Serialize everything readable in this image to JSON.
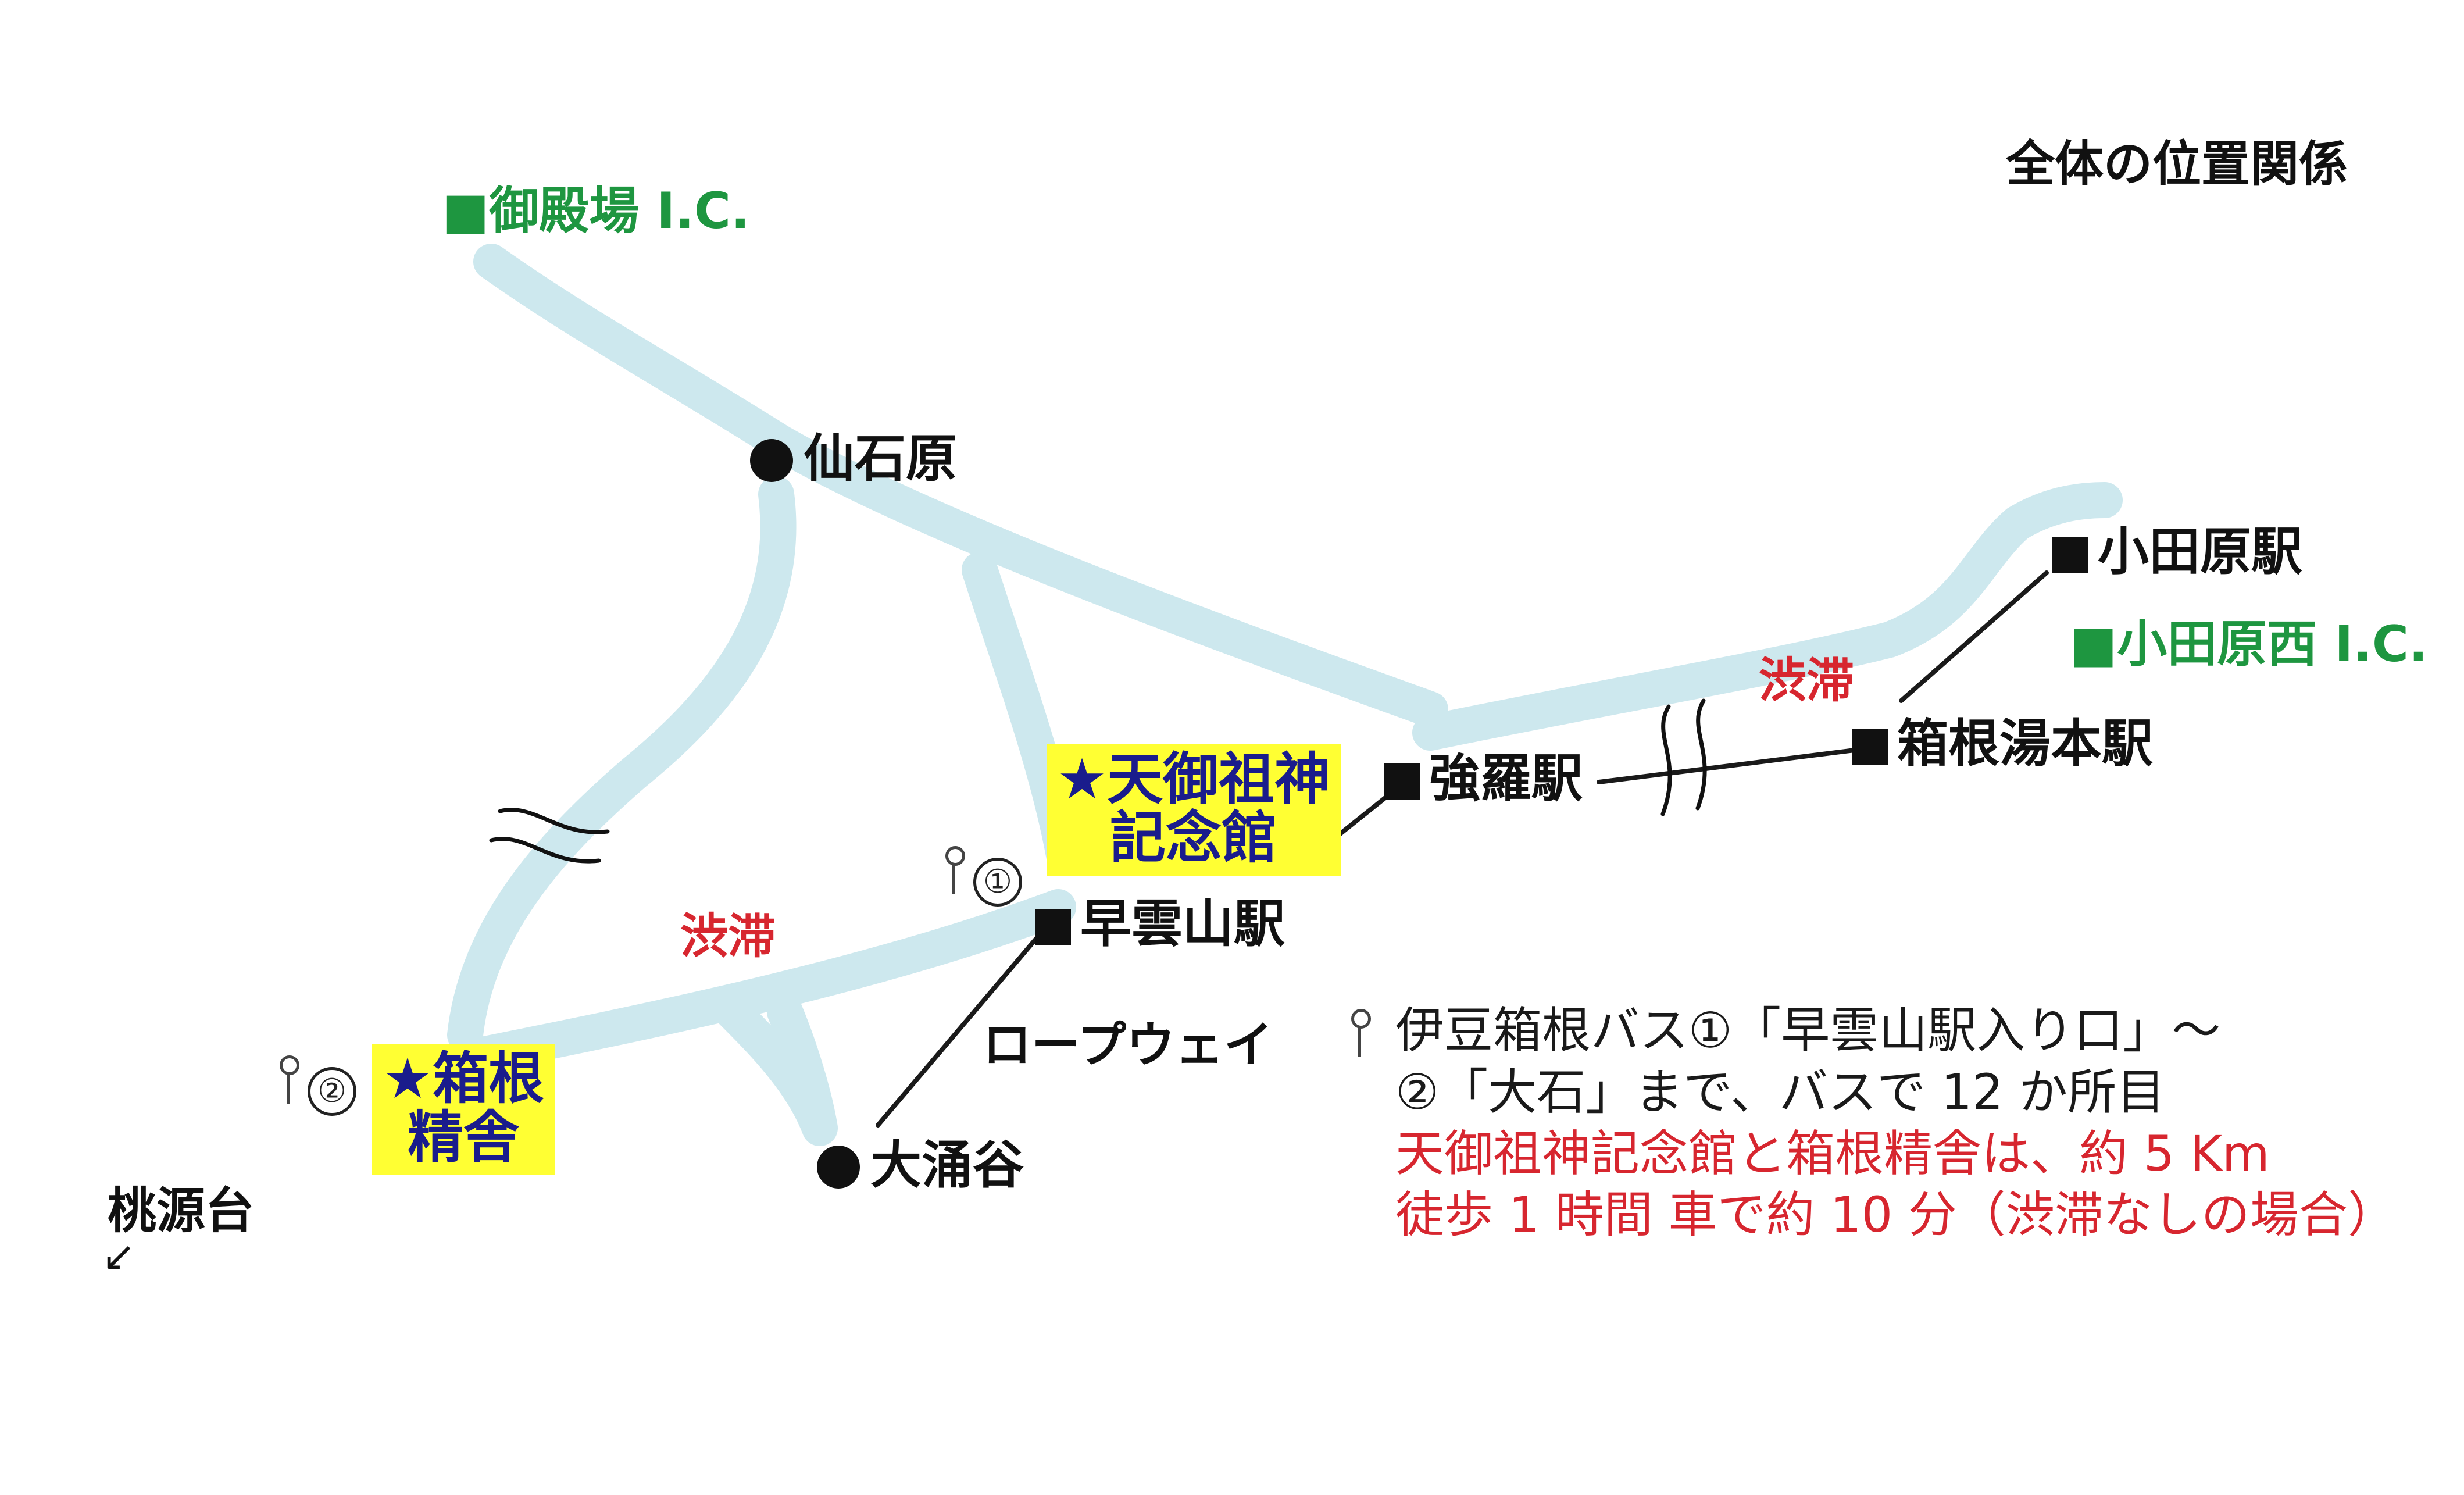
{
  "title": "全体の位置関係",
  "colors": {
    "road": "#cde8ee",
    "rail": "#1a1a1a",
    "accent_red": "#d7262f",
    "accent_green": "#1e9640",
    "highlight": "#ffff33",
    "star_text": "#1a1c8c"
  },
  "places": {
    "gotemba_ic": "■御殿場 I.C.",
    "sengokuhara": "仙石原",
    "odawara_station": "小田原駅",
    "odawara_nishi_ic": "■小田原西 I.C.",
    "gora_station": "強羅駅",
    "hakone_yumoto_station": "箱根湯本駅",
    "sounzan_station": "早雲山駅",
    "owakudani": "大涌谷",
    "togendai": "桃源台",
    "togendai_arrow": "↙"
  },
  "highlights": {
    "museum": "★天御祖神\n記念館",
    "seisha": "★箱根\n精舎"
  },
  "labels": {
    "jam_1": "渋滞",
    "jam_2": "渋滞",
    "ropeway": "ロープウェイ",
    "bus_stop_1": "①",
    "bus_stop_2": "②"
  },
  "note": {
    "line1": "伊豆箱根バス①「早雲山駅入り口」～",
    "line2": "②「大石」まで、バスで 12 か所目",
    "line3": "天御祖神記念館と箱根精舎は、約 5 Km",
    "line4": "徒歩 1 時間 車で約 10 分（渋滞なしの場合）"
  }
}
